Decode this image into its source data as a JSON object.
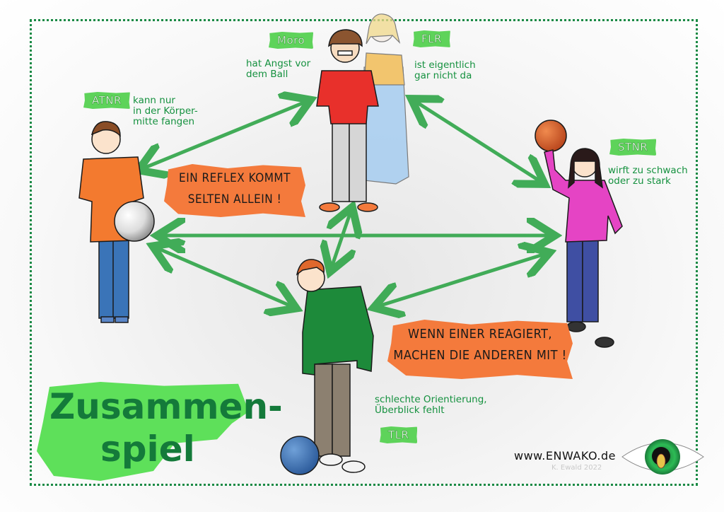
{
  "title": {
    "line1": "Zusammen-",
    "line2": "spiel"
  },
  "reflexes": [
    {
      "tag": "ATNR",
      "note": [
        "kann nur",
        "in der Körper-",
        "mitte fangen"
      ],
      "character": "boy-orange-shirt-holding-white-ball"
    },
    {
      "tag": "Moro",
      "note": [
        "hat Angst vor",
        "dem Ball"
      ],
      "character": "girl-red-shirt-covering-face"
    },
    {
      "tag": "FLR",
      "note": [
        "ist eigentlich",
        "gar nicht da"
      ],
      "character": "faded-girl-yellow-dress"
    },
    {
      "tag": "STNR",
      "note": [
        "wirft zu schwach",
        "oder zu stark"
      ],
      "character": "girl-pink-shirt-throwing-orange-ball"
    },
    {
      "tag": "TLR",
      "note": [
        "schlechte Orientierung,",
        "Überblick fehlt"
      ],
      "character": "boy-green-hoodie-with-blue-ball"
    }
  ],
  "banners": {
    "top": [
      "EIN REFLEX KOMMT",
      "SELTEN ALLEIN !"
    ],
    "bottom": [
      "WENN EINER REAGIERT,",
      "MACHEN DIE ANDEREN MIT !"
    ]
  },
  "footer": {
    "url": "www.ENWAKO.de",
    "credit": "K. Ewald 2022",
    "logo": "eye-logo-with-giraffe"
  },
  "colors": {
    "border": "#1a8a45",
    "tag_bg": "#5ed35a",
    "note_text": "#15913f",
    "banner_bg": "#f47a3c",
    "arrow": "#2fa548",
    "title_text": "#147a3a"
  },
  "connections": [
    [
      "ATNR",
      "Moro"
    ],
    [
      "Moro",
      "STNR"
    ],
    [
      "ATNR",
      "STNR"
    ],
    [
      "ATNR",
      "TLR"
    ],
    [
      "Moro",
      "TLR"
    ],
    [
      "STNR",
      "TLR"
    ]
  ]
}
